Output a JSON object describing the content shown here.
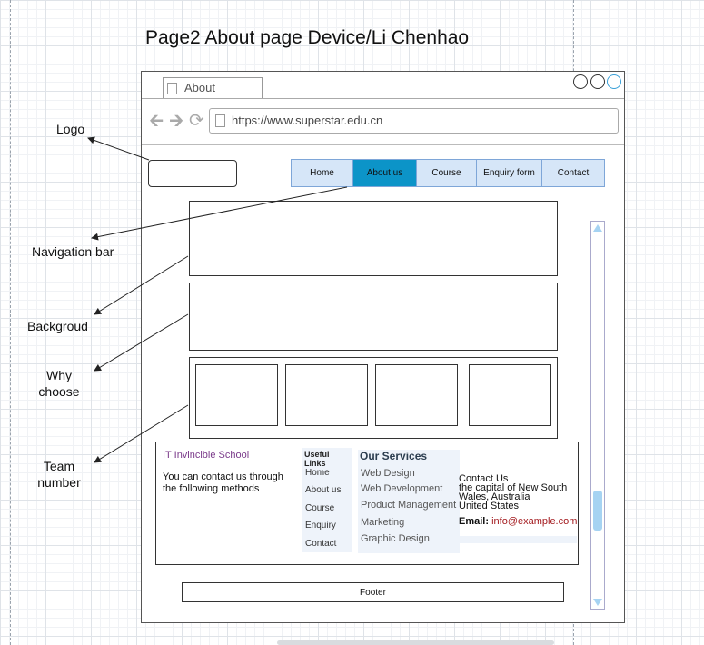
{
  "title": "Page2 About page Device/Li Chenhao",
  "browser": {
    "tab_label": "About",
    "url": "https://www.superstar.edu.cn"
  },
  "nav": {
    "items": [
      {
        "label": "Home",
        "active": false
      },
      {
        "label": "About us",
        "active": true
      },
      {
        "label": "Course",
        "active": false
      },
      {
        "label": "Enquiry form",
        "active": false
      },
      {
        "label": "Contact",
        "active": false
      }
    ]
  },
  "footer_content": {
    "school_name": "IT Invincible School",
    "contact_intro": "You can contact us through the following methods",
    "useful_links_title": "Useful Links",
    "useful_links": [
      "Home",
      "About us",
      "Course",
      "Enquiry",
      "Contact"
    ],
    "services_title": "Our Services",
    "services": [
      "Web Design",
      "Web Development",
      "Product Management",
      "Marketing",
      "Graphic Design"
    ],
    "contact_title": "Contact Us",
    "contact_address": "the capital of New South Wales, Australia",
    "contact_country": "United States",
    "email_label": "Email:",
    "email_value": "info@example.com"
  },
  "footer_label": "Footer",
  "annotations": {
    "logo": "Logo",
    "navigation_bar": "Navigation bar",
    "background": "Backgroud",
    "why_choose": "Why choose",
    "team_number": "Team number"
  },
  "colors": {
    "nav_bg": "#d6e6f8",
    "nav_active": "#0c94c8",
    "school_name": "#7a3a8a",
    "email": "#a3191d",
    "scroll_thumb": "#a6d3f2"
  }
}
